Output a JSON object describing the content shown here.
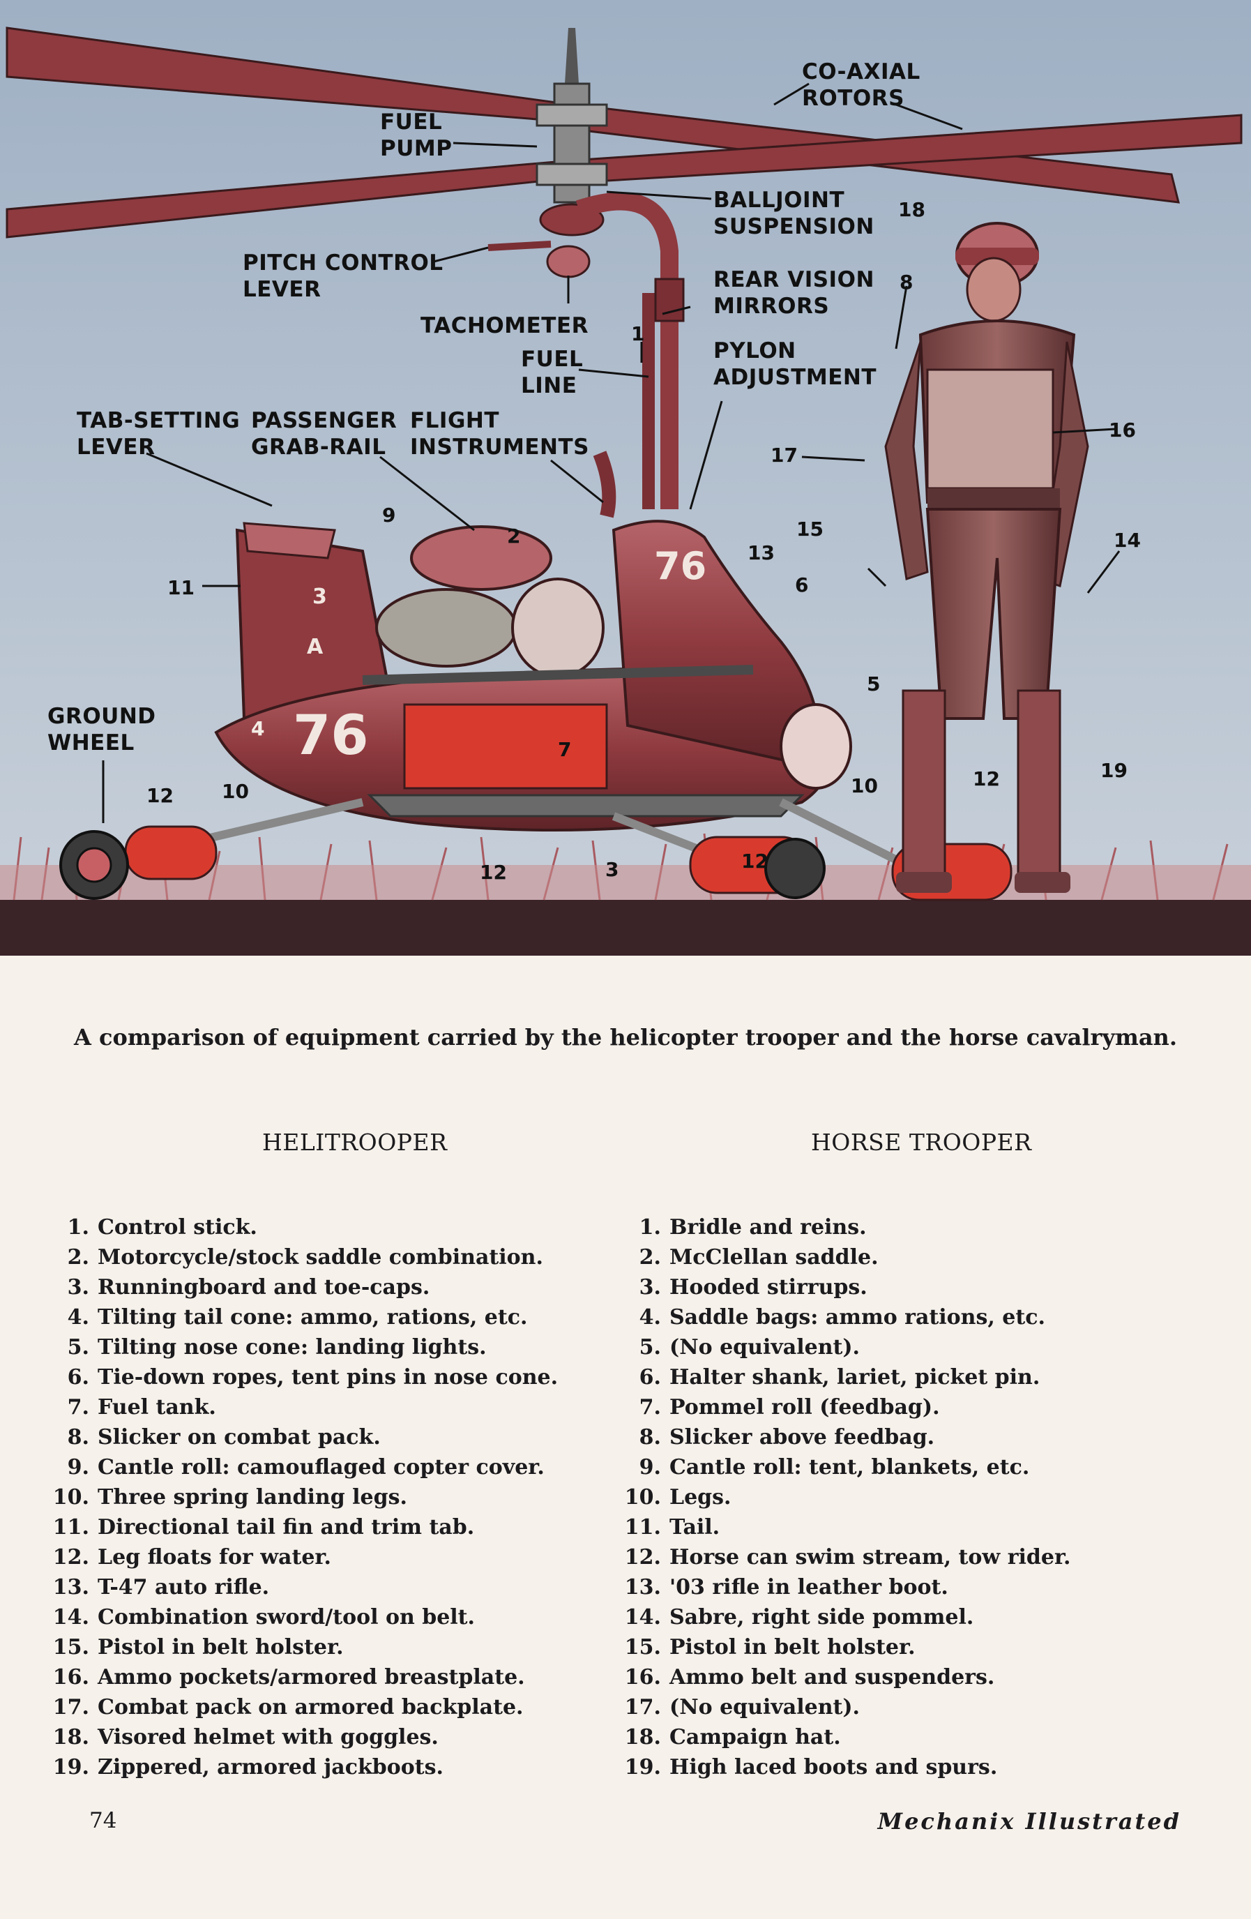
{
  "illustration": {
    "labels": {
      "coaxial_rotors": "CO-AXIAL\nROTORS",
      "fuel_pump": "FUEL\nPUMP",
      "balljoint_suspension": "BALLJOINT\nSUSPENSION",
      "pitch_control_lever": "PITCH CONTROL\nLEVER",
      "tachometer": "TACHOMETER",
      "rear_vision_mirrors": "REAR VISION\nMIRRORS",
      "fuel_line": "FUEL\nLINE",
      "pylon_adjustment": "PYLON\nADJUSTMENT",
      "tab_setting_lever": "TAB-SETTING\nLEVER",
      "passenger_grab_rail": "PASSENGER\nGRAB-RAIL",
      "flight_instruments": "FLIGHT\nINSTRUMENTS",
      "ground_wheel": "GROUND\nWHEEL"
    },
    "callouts": {
      "n1": "1",
      "n2": "2",
      "n3": "3",
      "n3b": "3",
      "n4": "4",
      "n5": "5",
      "n6": "6",
      "n7": "7",
      "n8": "8",
      "n9": "9",
      "n10a": "10",
      "n10b": "10",
      "n11": "11",
      "n12a": "12",
      "n12b": "12",
      "n12c": "12",
      "n12d": "12",
      "n13": "13",
      "n14": "14",
      "n15": "15",
      "n16": "16",
      "n17": "17",
      "n18": "18",
      "n19": "19"
    },
    "markings": {
      "nose_number": "76",
      "body_number": "76",
      "fin_insignia_top": "3",
      "fin_insignia_bottom": "A"
    },
    "colors": {
      "sky": "#a8b7c8",
      "craft": "#8e3a3f",
      "ground": "#3a2428",
      "tank": "#d83b2e"
    }
  },
  "caption": "A comparison of equipment carried by the helicopter trooper and the horse cavalryman.",
  "helitrooper": {
    "heading": "HELITROOPER",
    "items": [
      {
        "n": "1.",
        "text": "Control stick."
      },
      {
        "n": "2.",
        "text": "Motorcycle/stock saddle combination."
      },
      {
        "n": "3.",
        "text": "Runningboard and toe-caps."
      },
      {
        "n": "4.",
        "text": "Tilting tail cone: ammo, rations, etc."
      },
      {
        "n": "5.",
        "text": "Tilting nose cone: landing lights."
      },
      {
        "n": "6.",
        "text": "Tie-down ropes, tent pins in nose cone."
      },
      {
        "n": "7.",
        "text": "Fuel tank."
      },
      {
        "n": "8.",
        "text": "Slicker on combat pack."
      },
      {
        "n": "9.",
        "text": "Cantle roll: camouflaged copter cover."
      },
      {
        "n": "10.",
        "text": "Three spring landing legs."
      },
      {
        "n": "11.",
        "text": "Directional tail fin and trim tab."
      },
      {
        "n": "12.",
        "text": "Leg floats for water."
      },
      {
        "n": "13.",
        "text": "T-47 auto rifle."
      },
      {
        "n": "14.",
        "text": "Combination sword/tool on belt."
      },
      {
        "n": "15.",
        "text": "Pistol in belt holster."
      },
      {
        "n": "16.",
        "text": "Ammo pockets/armored breastplate."
      },
      {
        "n": "17.",
        "text": "Combat pack on armored backplate."
      },
      {
        "n": "18.",
        "text": "Visored helmet with goggles."
      },
      {
        "n": "19.",
        "text": "Zippered, armored jackboots."
      }
    ]
  },
  "horse_trooper": {
    "heading": "HORSE TROOPER",
    "items": [
      {
        "n": "1.",
        "text": "Bridle and reins."
      },
      {
        "n": "2.",
        "text": "McClellan saddle."
      },
      {
        "n": "3.",
        "text": "Hooded stirrups."
      },
      {
        "n": "4.",
        "text": "Saddle bags: ammo rations, etc."
      },
      {
        "n": "5.",
        "text": "(No equivalent)."
      },
      {
        "n": "6.",
        "text": "Halter shank, lariet, picket pin."
      },
      {
        "n": "7.",
        "text": "Pommel roll (feedbag)."
      },
      {
        "n": "8.",
        "text": "Slicker above feedbag."
      },
      {
        "n": "9.",
        "text": "Cantle roll: tent, blankets, etc."
      },
      {
        "n": "10.",
        "text": "Legs."
      },
      {
        "n": "11.",
        "text": "Tail."
      },
      {
        "n": "12.",
        "text": "Horse can swim stream, tow rider."
      },
      {
        "n": "13.",
        "text": "'03 rifle in leather boot."
      },
      {
        "n": "14.",
        "text": "Sabre, right side pommel."
      },
      {
        "n": "15.",
        "text": "Pistol in belt holster."
      },
      {
        "n": "16.",
        "text": "Ammo belt and suspenders."
      },
      {
        "n": "17.",
        "text": "(No equivalent)."
      },
      {
        "n": "18.",
        "text": "Campaign hat."
      },
      {
        "n": "19.",
        "text": "High laced boots and spurs."
      }
    ]
  },
  "footer": {
    "page_number": "74",
    "magazine": "Mechanix Illustrated"
  }
}
